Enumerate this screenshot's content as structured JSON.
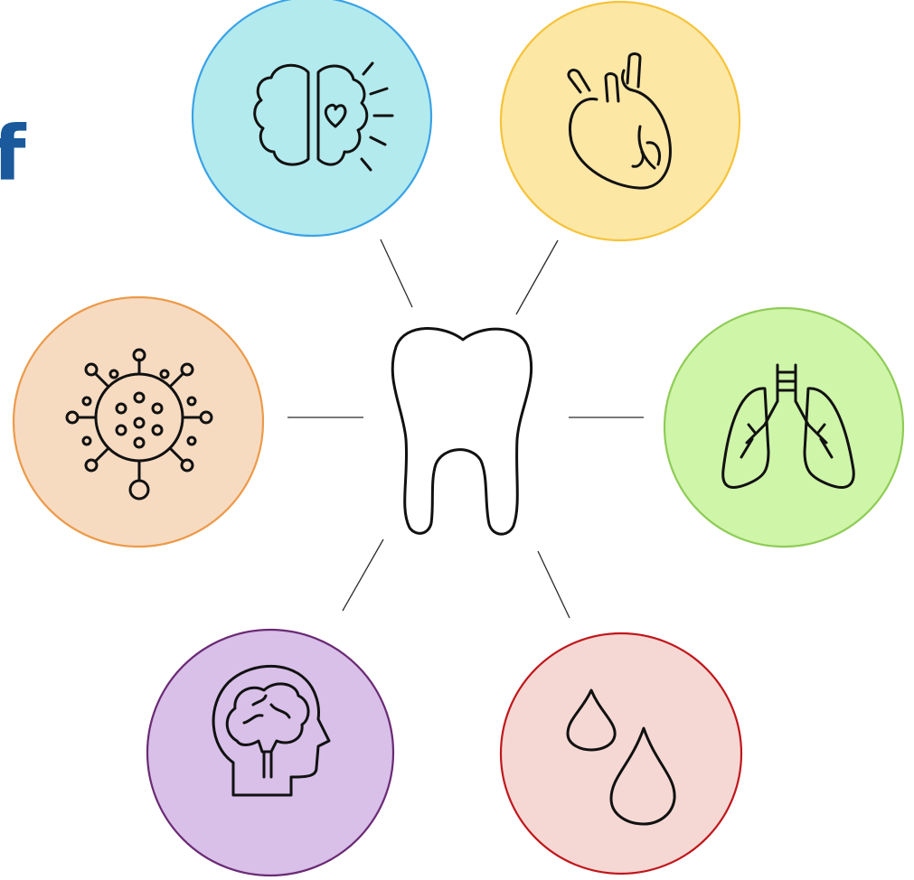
{
  "cropped_text": "f",
  "nodes": [
    {
      "id": "brain-heart",
      "icon": "brain-heart-icon",
      "fill": "#b3eaed",
      "stroke": "#3aa2e6"
    },
    {
      "id": "heart",
      "icon": "anatomical-heart-icon",
      "fill": "#fde7a5",
      "stroke": "#f5c33b"
    },
    {
      "id": "virus",
      "icon": "virus-icon",
      "fill": "#f6dbc1",
      "stroke": "#ec9a4a"
    },
    {
      "id": "lungs",
      "icon": "lungs-icon",
      "fill": "#cff5a9",
      "stroke": "#8fcc57"
    },
    {
      "id": "head-brain",
      "icon": "head-brain-icon",
      "fill": "#d8c0e8",
      "stroke": "#6a2a74"
    },
    {
      "id": "drops",
      "icon": "drops-icon",
      "fill": "#f5d8d4",
      "stroke": "#c0171c"
    }
  ],
  "center": {
    "icon": "tooth-icon"
  }
}
